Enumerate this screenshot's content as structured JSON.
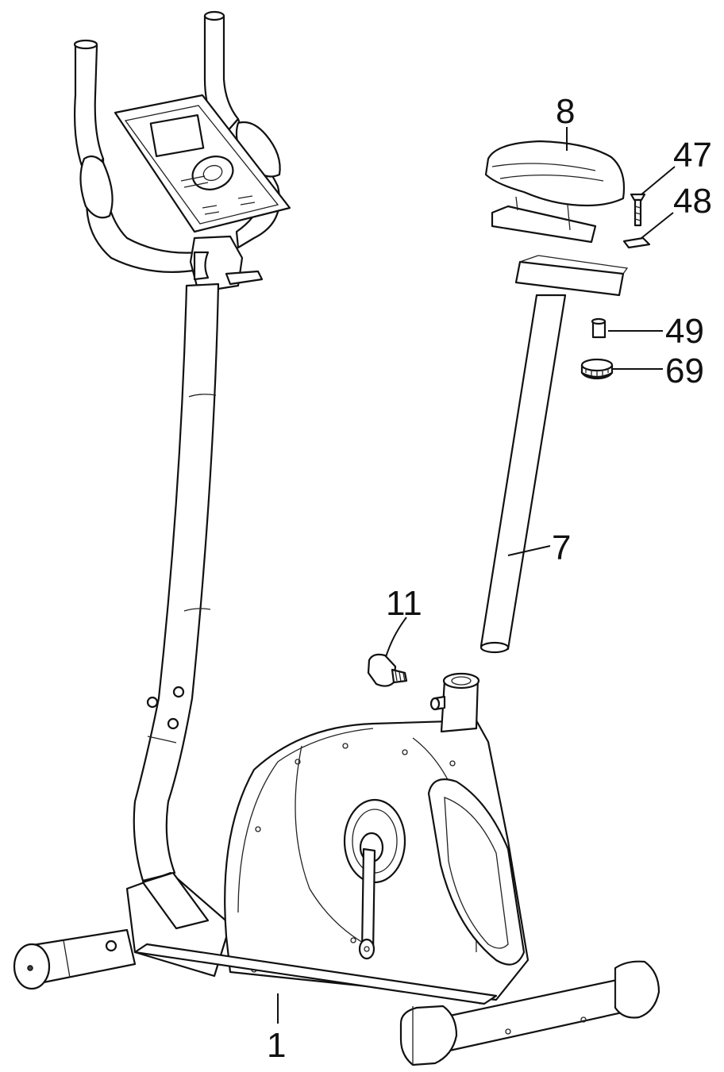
{
  "callouts": {
    "part_1": "1",
    "part_7": "7",
    "part_8": "8",
    "part_11": "11",
    "part_47": "47",
    "part_48": "48",
    "part_49": "49",
    "part_69": "69"
  }
}
